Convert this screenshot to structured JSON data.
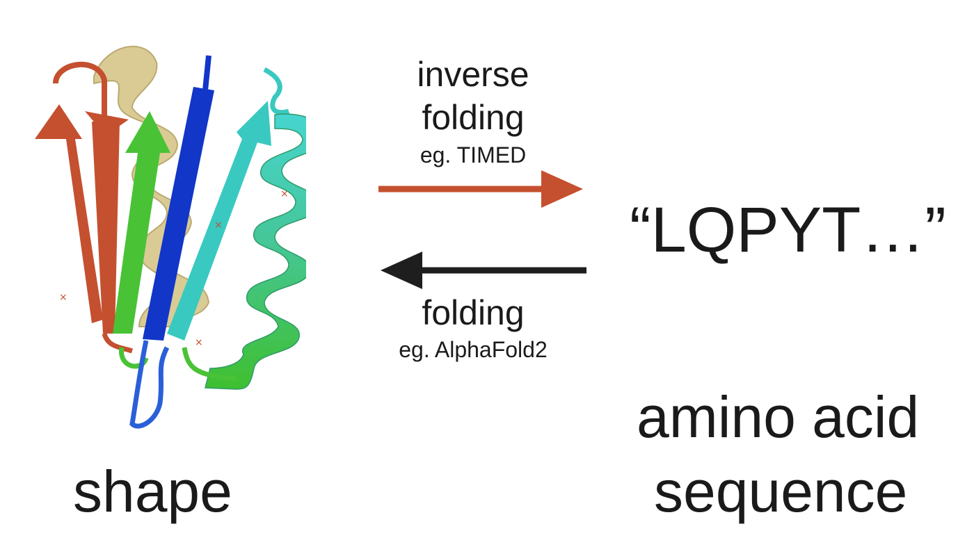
{
  "left": {
    "label": "shape"
  },
  "right": {
    "sequence": "“LQPYT…”",
    "label_line1": "amino acid",
    "label_line2": "sequence"
  },
  "top_arrow": {
    "line1": "inverse",
    "line2": "folding",
    "example": "eg. TIMED",
    "color": "#c4502f"
  },
  "bottom_arrow": {
    "line1": "folding",
    "example": "eg. AlphaFold2",
    "color": "#1e1e1e"
  },
  "ribbon_colors": {
    "helix_top": "#d9c990",
    "strand_red": "#c4502f",
    "strand_green": "#49c236",
    "strand_blue": "#1136c8",
    "strand_cyan": "#39c9c0",
    "helix_green": "#4fc63a",
    "loop_blue": "#2a5fd8"
  }
}
